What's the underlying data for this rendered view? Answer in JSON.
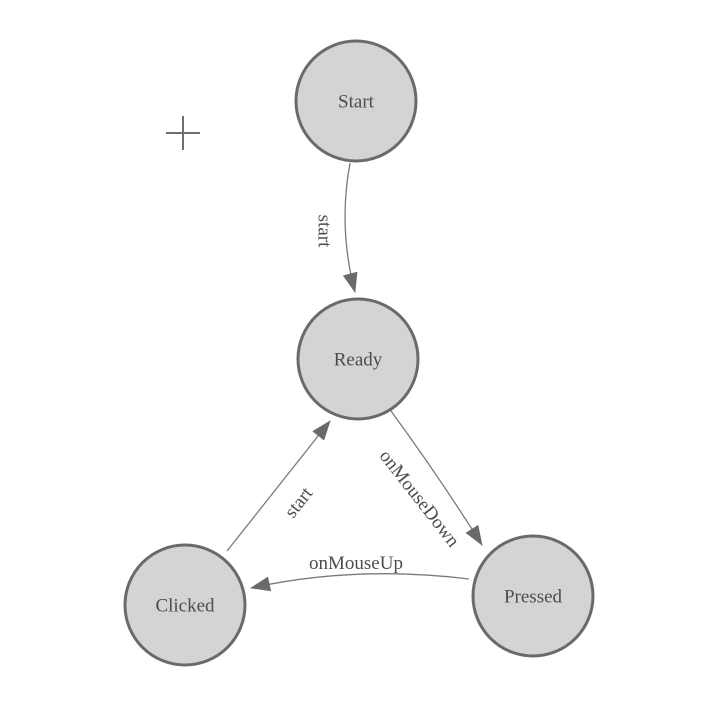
{
  "canvas": {
    "background_color": "#ffffff",
    "node_fill_color": "#d4d4d4",
    "node_border_color": "#6a6a6a",
    "edge_color": "#7a7a7a",
    "text_color": "#4c4c4c",
    "cursor_icon": "crosshair"
  },
  "diagram": {
    "type": "state-machine",
    "states": [
      {
        "id": "start",
        "label": "Start"
      },
      {
        "id": "ready",
        "label": "Ready"
      },
      {
        "id": "clicked",
        "label": "Clicked"
      },
      {
        "id": "pressed",
        "label": "Pressed"
      }
    ],
    "transitions": [
      {
        "from": "Start",
        "to": "Ready",
        "label": "start"
      },
      {
        "from": "Ready",
        "to": "Pressed",
        "label": "onMouseDown"
      },
      {
        "from": "Pressed",
        "to": "Clicked",
        "label": "onMouseUp"
      },
      {
        "from": "Clicked",
        "to": "Ready",
        "label": "start"
      }
    ]
  }
}
